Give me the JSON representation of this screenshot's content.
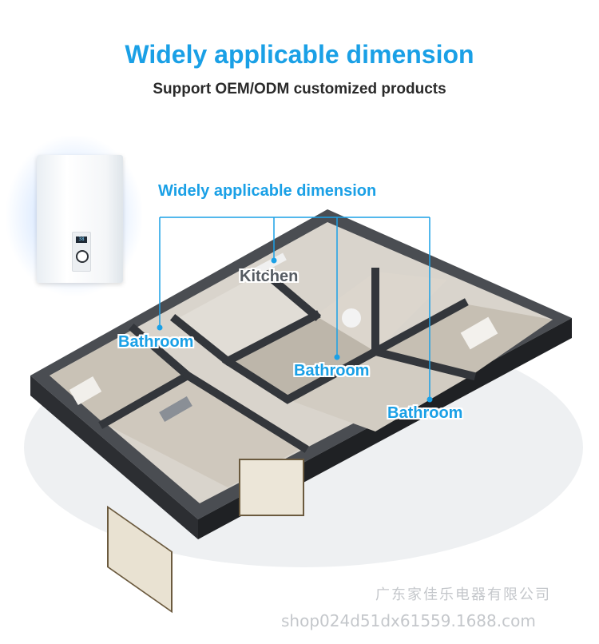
{
  "header": {
    "title": "Widely applicable dimension",
    "subtitle": "Support OEM/ODM customized products"
  },
  "heater": {
    "display_text": "38"
  },
  "diagram": {
    "dimension_label": "Widely applicable dimension",
    "callouts": {
      "kitchen": "Kitchen",
      "bathroom_left": "Bathroom",
      "bathroom_center": "Bathroom",
      "bathroom_right": "Bathroom"
    }
  },
  "watermark": {
    "company": "广东家佳乐电器有限公司",
    "url": "shop024d51dx61559.1688.com"
  },
  "colors": {
    "accent": "#1aa0e6",
    "wall": "#3a3d42",
    "floor": "#d9d4cc"
  }
}
